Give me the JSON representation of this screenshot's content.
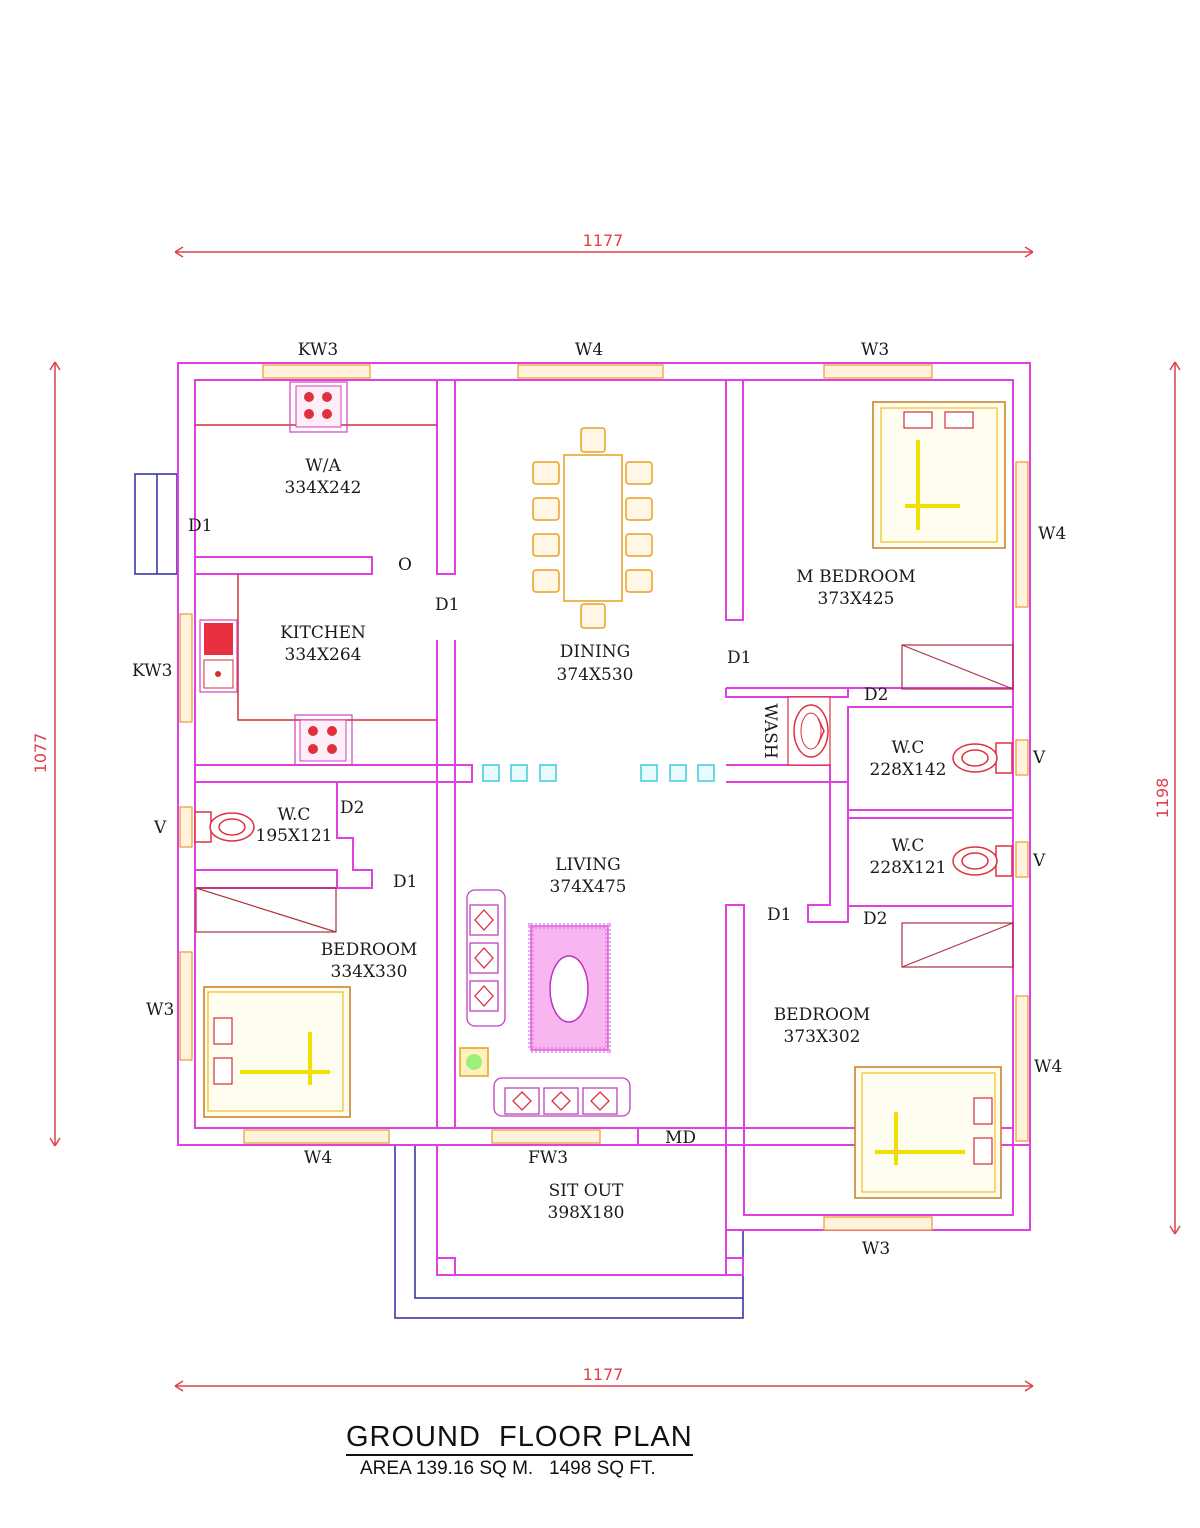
{
  "title": "GROUND  FLOOR PLAN",
  "subtitle": "AREA 139.16 SQ M.   1498 SQ FT.",
  "dimensions": {
    "top": "1177",
    "bottom": "1177",
    "left": "1077",
    "right": "1198"
  },
  "rooms": {
    "wa": {
      "name": "W/A",
      "size": "334X242"
    },
    "kitchen": {
      "name": "KITCHEN",
      "size": "334X264"
    },
    "dining": {
      "name": "DINING",
      "size": "374X530"
    },
    "mbedroom": {
      "name": "M BEDROOM",
      "size": "373X425"
    },
    "wc_left": {
      "name": "W.C",
      "size": "195X121"
    },
    "living": {
      "name": "LIVING",
      "size": "374X475"
    },
    "bedroom_left": {
      "name": "BEDROOM",
      "size": "334X330"
    },
    "wc_right1": {
      "name": "W.C",
      "size": "228X142"
    },
    "wc_right2": {
      "name": "W.C",
      "size": "228X121"
    },
    "bedroom_right": {
      "name": "BEDROOM",
      "size": "373X302"
    },
    "sitout": {
      "name": "SIT OUT",
      "size": "398X180"
    },
    "wash": {
      "name": "WASH"
    }
  },
  "labels": {
    "kw3_top": "KW3",
    "w4_top": "W4",
    "w3_top": "W3",
    "w4_right_top": "W4",
    "d1_wa": "D1",
    "o": "O",
    "d1_kitchen": "D1",
    "kw3_left": "KW3",
    "d1_mbed": "D1",
    "d2_wc1": "D2",
    "v_wc1": "V",
    "v_left": "V",
    "d2_left": "D2",
    "d1_left": "D1",
    "v_wc2": "V",
    "d1_right": "D1",
    "d2_right": "D2",
    "w3_left": "W3",
    "w4_right_bottom": "W4",
    "md": "MD",
    "w4_bottom": "W4",
    "fw3": "FW3",
    "w3_bottom": "W3"
  }
}
